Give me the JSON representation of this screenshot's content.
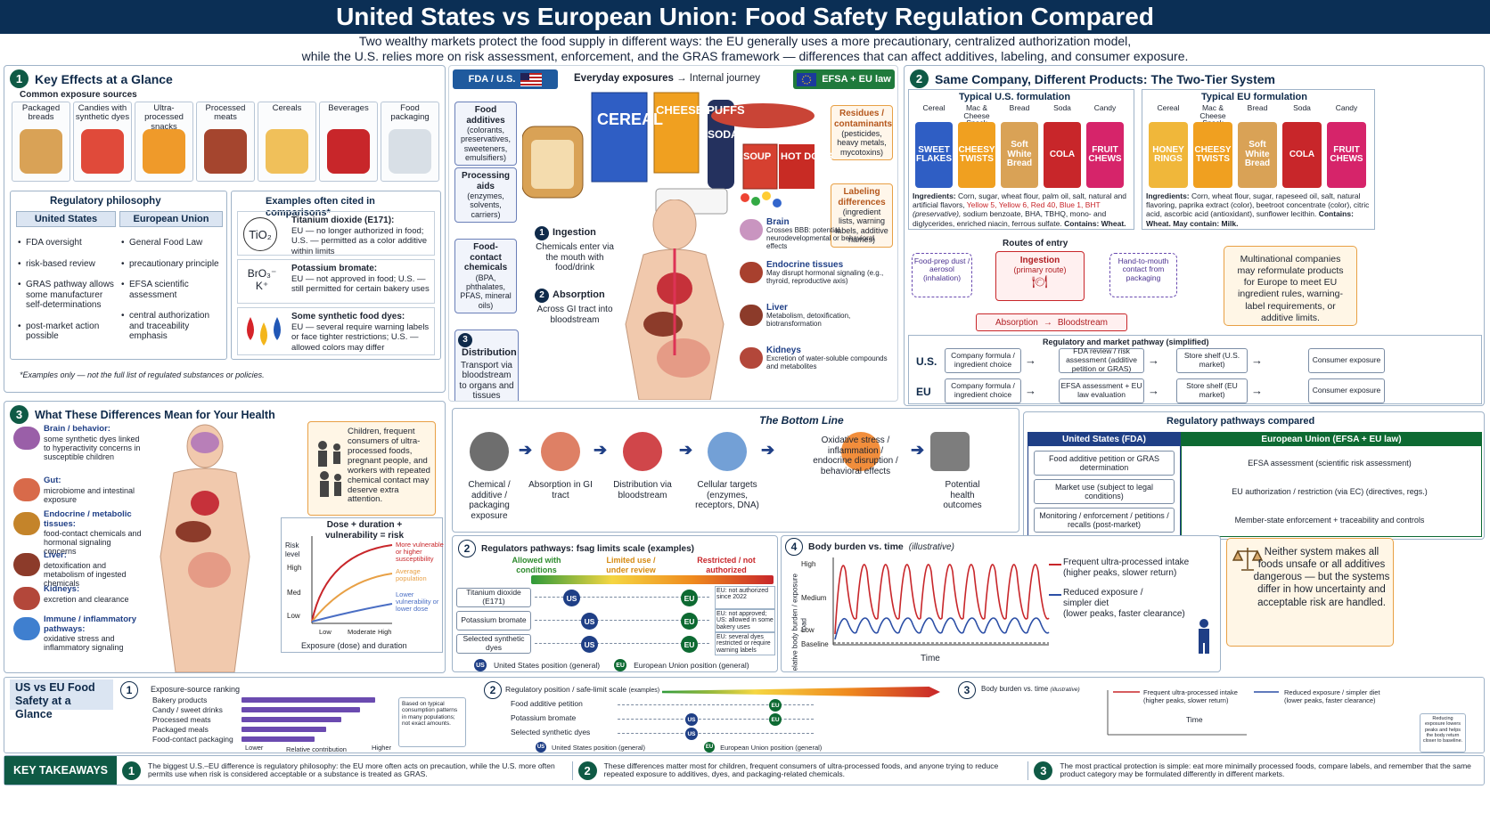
{
  "header": {
    "title": "United States vs European Union: Food Safety Regulation Compared",
    "subtitle_1": "Two wealthy markets protect the food supply in different ways: the EU generally uses a more precautionary, centralized authorization model,",
    "subtitle_2": "while the U.S. relies more on risk assessment, enforcement, and the GRAS framework — differences that can affect additives, labeling, and consumer exposure."
  },
  "colors": {
    "navy": "#0b2f55",
    "eu_green": "#0d6a32",
    "us_blue": "#1f3f86",
    "accent_red": "#c8262a",
    "accent_orange": "#e8a045"
  },
  "panel1": {
    "num": "1",
    "title": "Key Effects at a Glance",
    "sources_title": "Common exposure sources",
    "sources": [
      "Packaged breads",
      "Candies with synthetic dyes",
      "Ultra-processed snacks",
      "Processed meats",
      "Cereals",
      "Beverages",
      "Food packaging"
    ],
    "philosophy_title": "Regulatory philosophy",
    "us_head": "United States",
    "eu_head": "European Union",
    "us_items": [
      "FDA oversight",
      "risk-based review",
      "GRAS pathway allows some manufacturer self-determinations",
      "post-market action possible"
    ],
    "eu_items": [
      "General Food Law",
      "precautionary principle",
      "EFSA scientific assessment",
      "central authorization and traceability emphasis"
    ],
    "examples_title": "Examples often cited in comparisons*",
    "ex1_head": "Titanium dioxide (E171):",
    "ex1_body": "EU — no longer authorized in food; U.S. — permitted as a color additive within limits",
    "ex1_sym": "TiO₂",
    "ex2_head": "Potassium bromate:",
    "ex2_body": "EU — not approved in food; U.S. — still permitted for certain bakery uses",
    "ex2_sym": "BrO₃⁻ K⁺",
    "ex3_head": "Some synthetic food dyes:",
    "ex3_body": "EU — several require warning labels or face tighter restrictions; U.S. — allowed colors may differ",
    "footnote": "*Examples only — not the full list of regulated substances or policies."
  },
  "center": {
    "fda_label": "FDA / U.S.",
    "efsa_label": "EFSA + EU law",
    "journey_a": "Everyday exposures",
    "journey_arrow": "→",
    "journey_b": "Internal journey",
    "left_tags": [
      {
        "h": "Food additives",
        "b": "(colorants, preservatives, sweeteners, emulsifiers)"
      },
      {
        "h": "Processing aids",
        "b": "(enzymes, solvents, carriers)"
      },
      {
        "h": "Food-contact chemicals",
        "b": "(BPA, phthalates, PFAS, mineral oils)"
      }
    ],
    "right_tags": [
      {
        "h": "Residues / contaminants",
        "b": "(pesticides, heavy metals, mycotoxins)"
      },
      {
        "h": "Labeling differences",
        "b": "(ingredient lists, warning labels, additive names)"
      }
    ],
    "products": [
      "CEREAL",
      "CHEESE PUFFS",
      "SODA",
      "SOUP",
      "HOT DOGS"
    ],
    "steps": [
      {
        "n": "1",
        "h": "Ingestion",
        "b": "Chemicals enter via the mouth with food/drink"
      },
      {
        "n": "2",
        "h": "Absorption",
        "b": "Across GI tract into bloodstream"
      },
      {
        "n": "3",
        "h": "Distribution",
        "b": "Transport via bloodstream to organs and tissues"
      }
    ],
    "organs": [
      {
        "h": "Brain",
        "b": "Crosses BBB: potential neurodevelopmental or behavioral effects"
      },
      {
        "h": "Endocrine tissues",
        "b": "May disrupt hormonal signaling (e.g., thyroid, reproductive axis)"
      },
      {
        "h": "Liver",
        "b": "Metabolism, detoxification, biotransformation"
      },
      {
        "h": "Kidneys",
        "b": "Excretion of water-soluble compounds and metabolites"
      }
    ]
  },
  "panel2": {
    "num": "2",
    "title": "Same Company, Different Products: The Two-Tier System",
    "us_form_title": "Typical U.S. formulation",
    "eu_form_title": "Typical EU formulation",
    "cats": [
      "Cereal",
      "Mac & Cheese Snack",
      "Bread",
      "Soda",
      "Candy"
    ],
    "us_pkg": [
      "SWEET FLAKES",
      "CHEESY TWISTS",
      "Soft White Bread",
      "COLA",
      "FRUIT CHEWS"
    ],
    "eu_pkg": [
      "HONEY RINGS",
      "CHEESY TWISTS",
      "Soft White Bread",
      "COLA",
      "FRUIT CHEWS"
    ],
    "us_ingr_label": "Ingredients:",
    "us_ingr": "Corn, sugar, wheat flour, palm oil, salt, natural and artificial flavors,",
    "us_dyes": "Yellow 5, Yellow 6, Red 40, Blue 1, BHT",
    "us_dyes_note": "(preservative),",
    "us_ingr2": "sodium benzoate, BHA, TBHQ, mono- and diglycerides, enriched niacin, ferrous sulfate.",
    "us_contains": "Contains: Wheat.",
    "eu_ingr_label": "Ingredients:",
    "eu_ingr": "Corn, wheat flour, sugar, rapeseed oil, salt, natural flavoring, paprika extract (color), beetroot concentrate (color), citric acid, ascorbic acid (antioxidant), sunflower lecithin.",
    "eu_contains": "Contains: Wheat. May contain: Milk.",
    "routes_title": "Routes of entry",
    "route_inhal": "Food-prep dust / aerosol (inhalation)",
    "route_ingest_h": "Ingestion",
    "route_ingest_b": "(primary route)",
    "route_contact": "Hand-to-mouth contact from packaging",
    "route_abs": "Absorption",
    "route_blood": "Bloodstream",
    "note": "Multinational companies may reformulate products for Europe to meet EU ingredient rules, warning-label requirements, or additive limits.",
    "pathway_title": "Regulatory and market pathway (simplified)",
    "us_row": {
      "label": "U.S.",
      "steps": [
        "Company formula / ingredient choice",
        "FDA review / risk assessment (additive petition or GRAS)",
        "Store shelf (U.S. market)",
        "Consumer exposure"
      ]
    },
    "eu_row": {
      "label": "EU",
      "steps": [
        "Company formula / ingredient choice",
        "EFSA assessment + EU law evaluation",
        "Store shelf (EU market)",
        "Consumer exposure"
      ]
    }
  },
  "panel3": {
    "num": "3",
    "title": "What These Differences Mean for Your Health",
    "effects": [
      {
        "h": "Brain / behavior:",
        "b": "some synthetic dyes linked to hyperactivity concerns in susceptible children"
      },
      {
        "h": "Gut:",
        "b": "microbiome and intestinal exposure"
      },
      {
        "h": "Endocrine / metabolic tissues:",
        "b": "food-contact chemicals and hormonal signaling concerns"
      },
      {
        "h": "Liver:",
        "b": "detoxification and metabolism of ingested chemicals"
      },
      {
        "h": "Kidneys:",
        "b": "excretion and clearance"
      },
      {
        "h": "Immune / inflammatory pathways:",
        "b": "oxidative stress and inflammatory signaling"
      }
    ],
    "vulnerable": "Children, frequent consumers of ultra-processed foods, pregnant people, and workers with repeated chemical contact may deserve extra attention.",
    "dose_title": "Dose + duration + vulnerability = risk",
    "dose_ylabel": "Risk level",
    "dose_yticks": [
      "High",
      "Med",
      "Low"
    ],
    "dose_xticks": [
      "Low",
      "Moderate",
      "High"
    ],
    "dose_xlabel": "Exposure (dose) and duration",
    "dose_curves": [
      "More vulnerable or higher susceptibility",
      "Average population",
      "Lower vulnerability or lower dose"
    ]
  },
  "bottom_line": {
    "title": "The Bottom Line",
    "steps": [
      "Chemical / additive / packaging exposure",
      "Absorption in GI tract",
      "Distribution via bloodstream",
      "Cellular targets (enzymes, receptors, DNA)",
      "Oxidative stress / inflammation / endocrine disruption / behavioral effects",
      "Potential health outcomes"
    ]
  },
  "pathways": {
    "title": "Regulatory pathways compared",
    "us_head": "United States (FDA)",
    "eu_head": "European Union (EFSA + EU law)",
    "us": [
      "Food additive petition or GRAS determination",
      "Market use (subject to legal conditions)",
      "Monitoring / enforcement / petitions / recalls (post-market)"
    ],
    "eu": [
      "EFSA assessment (scientific risk assessment)",
      "EU authorization / restriction (via EC) (directives, regs.)",
      "Member-state enforcement + traceability and controls"
    ]
  },
  "scale": {
    "num": "2",
    "title": "Regulators pathways: fsag limits scale (examples)",
    "allowed": "Allowed with conditions",
    "limited": "Limited use / under review",
    "restricted": "Restricted / not authorized",
    "rows": [
      {
        "label": "Titanium dioxide (E171)",
        "note": "EU: not authorized since 2022"
      },
      {
        "label": "Potassium bromate",
        "note": "EU: not approved; US: allowed in some bakery uses"
      },
      {
        "label": "Selected synthetic dyes",
        "note": "EU: several dyes restricted or require warning labels"
      }
    ],
    "us_badge": "US",
    "eu_badge": "EU",
    "legend_us": "United States position (general)",
    "legend_eu": "European Union position (general)"
  },
  "burden": {
    "num": "4",
    "title": "Body burden vs. time",
    "title_note": "(illustrative)",
    "ylabel": "Relative body burden / exposure load",
    "yticks": [
      "High",
      "Medium",
      "Low",
      "Baseline"
    ],
    "xlabel": "Time",
    "legend_red_1": "Frequent ultra-processed intake",
    "legend_red_2": "(higher peaks, slower return)",
    "legend_blue_1": "Reduced exposure /",
    "legend_blue_2": "simpler diet",
    "legend_blue_3": "(lower peaks, faster clearance)"
  },
  "verdict": "Neither system makes all foods unsafe or all additives dangerous — but the systems differ in how uncertainty and acceptable risk are handled.",
  "glance": {
    "title": "US vs EU Food Safety at a Glance",
    "c1_num": "1",
    "c1_title": "Exposure-source ranking",
    "c1_items": [
      "Bakery products",
      "Candy / sweet drinks",
      "Processed meats",
      "Packaged meals",
      "Food-contact packaging"
    ],
    "c1_values": [
      0.88,
      0.78,
      0.66,
      0.56,
      0.48
    ],
    "c1_low": "Lower",
    "c1_mid": "Relative contribution",
    "c1_high": "Higher",
    "c1_note": "Based on typical consumption patterns in many populations; not exact amounts.",
    "c2_num": "2",
    "c2_title": "Regulatory position / safe-limit scale",
    "c2_note": "(examples)",
    "c2_rows": [
      "Food additive petition",
      "Potassium bromate",
      "Selected synthetic dyes"
    ],
    "c2_legend_us": "United States position (general)",
    "c2_legend_eu": "European Union position (general)",
    "c3_num": "3",
    "c3_title": "Body burden vs. time",
    "c3_note": "(illustrative)",
    "c3_red": "Frequent ultra-processed intake (higher peaks, slower return)",
    "c3_blue": "Reduced exposure / simpler diet (lower peaks, faster clearance)",
    "c3_time": "Time",
    "c3_side": "Reducing exposure lowers peaks and helps the body return closer to baseline."
  },
  "takeaways": {
    "label": "KEY TAKEAWAYS",
    "items": [
      {
        "n": "1",
        "t": "The biggest U.S.–EU difference is regulatory philosophy: the EU more often acts on precaution, while the U.S. more often permits use when risk is considered acceptable or a substance is treated as GRAS."
      },
      {
        "n": "2",
        "t": "These differences matter most for children, frequent consumers of ultra-processed foods, and anyone trying to reduce repeated exposure to additives, dyes, and packaging-related chemicals."
      },
      {
        "n": "3",
        "t": "The most practical protection is simple: eat more minimally processed foods, compare labels, and remember that the same product category may be formulated differently in different markets."
      }
    ]
  }
}
